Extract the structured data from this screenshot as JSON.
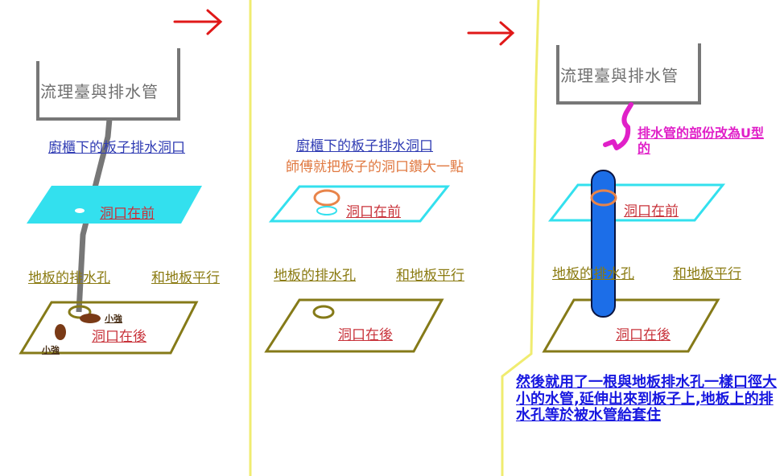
{
  "colors": {
    "sink": "#777777",
    "pipe": "#777777",
    "cyan_fill": "#33e0ee",
    "cyan_line": "#33e0ee",
    "floor_line": "#857a18",
    "red_arrow": "#e01818",
    "yellow_divider": "#f0ec70",
    "blue_pipe": "#1c6ee8",
    "orange_ring": "#e8844a",
    "magenta": "#e020c8",
    "blob": "#7a3a16",
    "note_blue": "#1818e0"
  },
  "panels": [
    {
      "sink_label": "流理臺與排水管",
      "cabinet_label": "廚櫃下的板子排水洞口",
      "board_hole_label": "洞口在前",
      "floor_drain_label": "地板的排水孔",
      "parallel_label": "和地板平行",
      "floor_hole_label": "洞口在後",
      "blob_label_1": "小強",
      "blob_label_2": "小強"
    },
    {
      "cabinet_label": "廚櫃下的板子排水洞口",
      "widen_label": "師傅就把板子的洞口鑽大一點",
      "board_hole_label": "洞口在前",
      "floor_drain_label": "地板的排水孔",
      "parallel_label": "和地板平行",
      "floor_hole_label": "洞口在後"
    },
    {
      "sink_label": "流理臺與排水管",
      "u_pipe_label": "排水管的部份改為U型的",
      "board_hole_label": "洞口在前",
      "floor_drain_label": "地板的排水孔",
      "parallel_label": "和地板平行",
      "floor_hole_label": "洞口在後",
      "note": "然後就用了一根與地板排水孔一樣口徑大小的水管,延伸出來到板子上,地板上的排水孔等於被水管給套住"
    }
  ]
}
